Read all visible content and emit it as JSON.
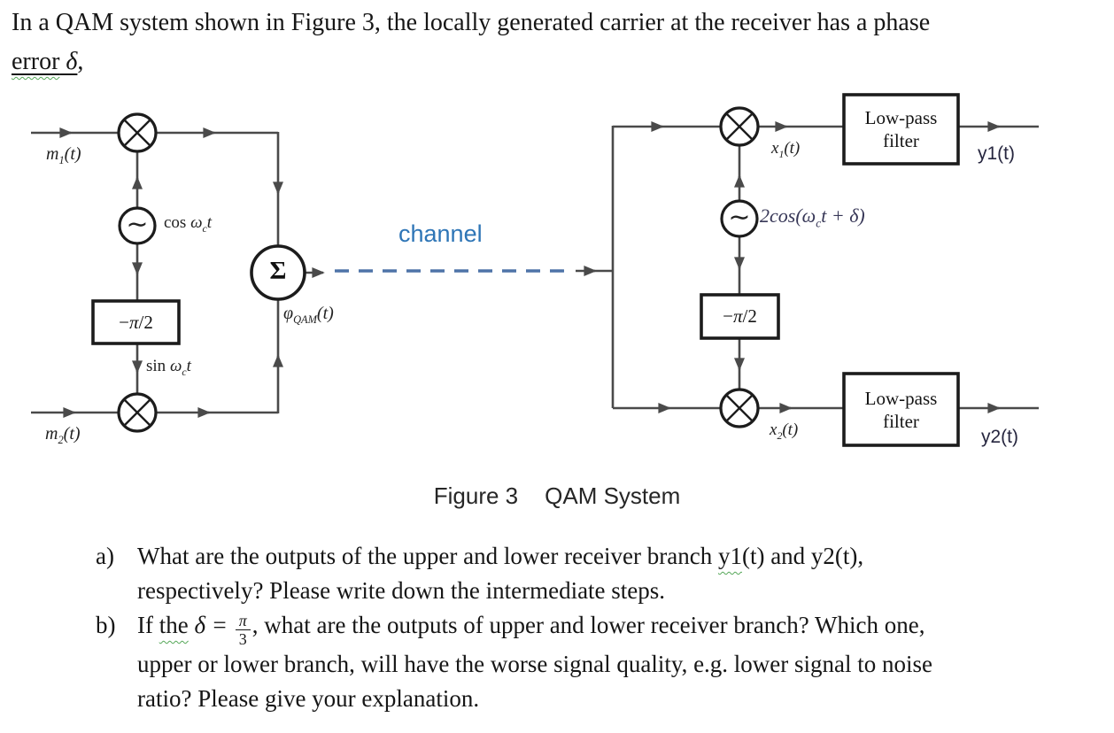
{
  "intro": {
    "line1": "In a QAM system shown in Figure 3, the locally generated carrier at the receiver has a phase",
    "line2_err": "error",
    "line2_delta": " δ",
    "line2_comma": ","
  },
  "diagram": {
    "tx": {
      "m1": {
        "sym": "m",
        "sub": "1",
        "arg": "(t)"
      },
      "m2": {
        "sym": "m",
        "sub": "2",
        "arg": "(t)"
      },
      "cos": {
        "fn": "cos ",
        "omega": "ω",
        "sub": "c",
        "arg": "t"
      },
      "sin": {
        "fn": "sin ",
        "omega": "ω",
        "sub": "c",
        "arg": "t"
      },
      "phase_shift": {
        "minus": "−",
        "pi": "π",
        "rest": "/2"
      },
      "sigma": "Σ",
      "osc": "∼",
      "phi": {
        "sym": "φ",
        "sub": "QAM",
        "arg": "(t)"
      }
    },
    "channel": {
      "label": "channel"
    },
    "rx": {
      "osc": "∼",
      "osc_label": {
        "pre": "2cos(ω",
        "sub": "c",
        "post": "t + δ)"
      },
      "phase_shift": {
        "minus": "−",
        "pi": "π",
        "rest": "/2"
      },
      "x1": {
        "sym": "x",
        "sub": "1",
        "arg": "(t)"
      },
      "x2": {
        "sym": "x",
        "sub": "2",
        "arg": "(t)"
      },
      "lpf1": {
        "line1": "Low-pass",
        "line2": "filter"
      },
      "lpf2": {
        "line1": "Low-pass",
        "line2": "filter"
      },
      "y1": "y1(t)",
      "y2": "y2(t)"
    },
    "colors": {
      "line_gray": "#4a4a4a",
      "shape_ink": "#1c1c1c",
      "channel_blue": "#2e75b6",
      "dash_blue": "#4e73a8",
      "math_navy": "#373757",
      "output_navy": "#26263f",
      "squiggle_green": "#55a758"
    }
  },
  "caption": {
    "fig": "Figure 3",
    "title": "QAM System"
  },
  "questions": {
    "a": {
      "marker": "a)",
      "l1_pre": "What are the outputs of the upper and lower receiver branch ",
      "l1_y1": "y1",
      "l1_post": "(t) and y2(t),",
      "l2": "respectively? Please write down the intermediate steps."
    },
    "b": {
      "marker": "b)",
      "l1_if": "If ",
      "l1_the": "the",
      "l1_mid": " δ = ",
      "frac_num": "π",
      "frac_den": "3",
      "l1_rest": ", what are the outputs of upper and lower receiver branch? Which one,",
      "l2": "upper or lower branch, will have the worse signal quality, e.g. lower signal to noise",
      "l3": "ratio? Please give your explanation."
    }
  }
}
